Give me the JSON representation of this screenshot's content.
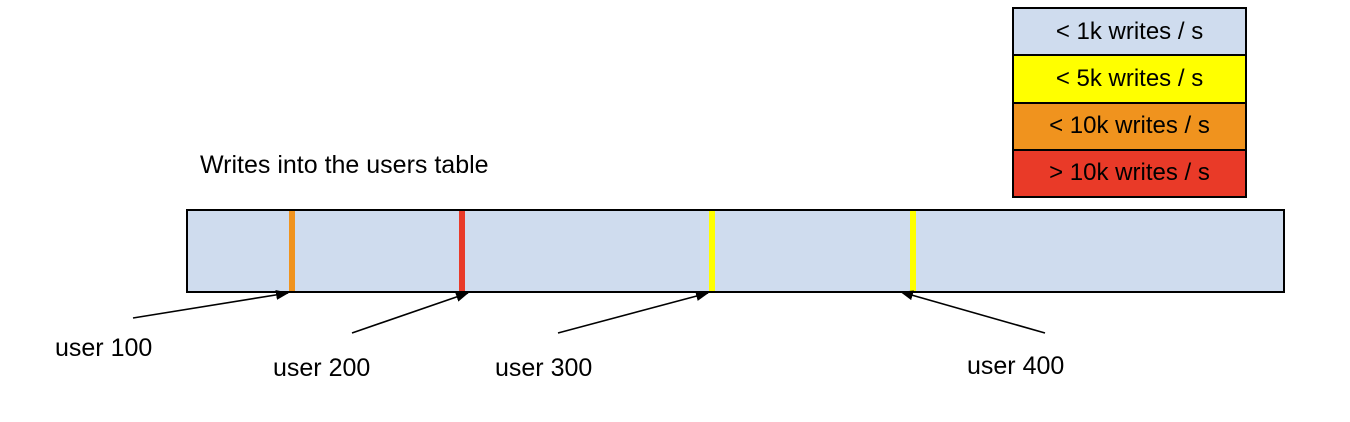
{
  "title": "Writes into the users table",
  "legend": {
    "items": [
      {
        "label": "< 1k writes / s",
        "color": "#cfdcee"
      },
      {
        "label": "< 5k writes / s",
        "color": "#ffff00"
      },
      {
        "label": "< 10k writes / s",
        "color": "#f0931e"
      },
      {
        "label": "> 10k writes / s",
        "color": "#e93a28"
      }
    ]
  },
  "bar": {
    "fill": "#cfdcee",
    "border": "#000000"
  },
  "markers": [
    {
      "label": "user 100",
      "color": "#f0931e"
    },
    {
      "label": "user 200",
      "color": "#e93a28"
    },
    {
      "label": "user 300",
      "color": "#ffff00"
    },
    {
      "label": "user 400",
      "color": "#ffff00"
    }
  ]
}
